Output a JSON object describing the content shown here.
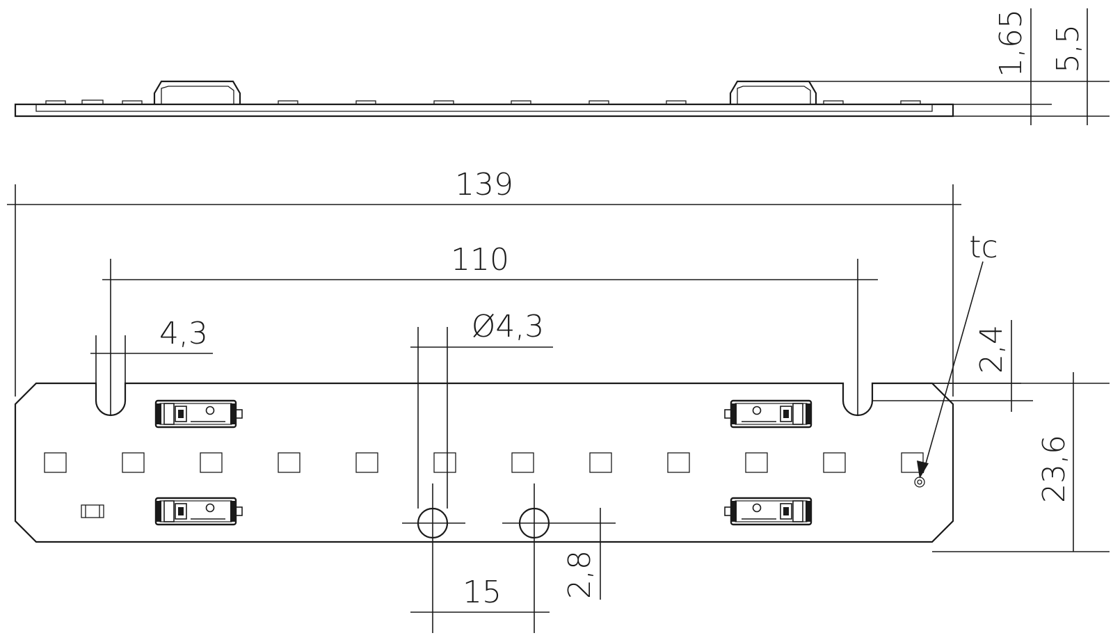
{
  "dimensions": {
    "total_length": "139",
    "slot_spacing": "110",
    "slot_width": "4,3",
    "hole_diameter": "Ø4,3",
    "hole_spacing": "15",
    "hole_offset": "2,8",
    "slot_depth": "2,4",
    "board_width": "23,6",
    "board_thickness": "1,65",
    "total_height": "5,5"
  },
  "labels": {
    "tc_point": "tc"
  }
}
